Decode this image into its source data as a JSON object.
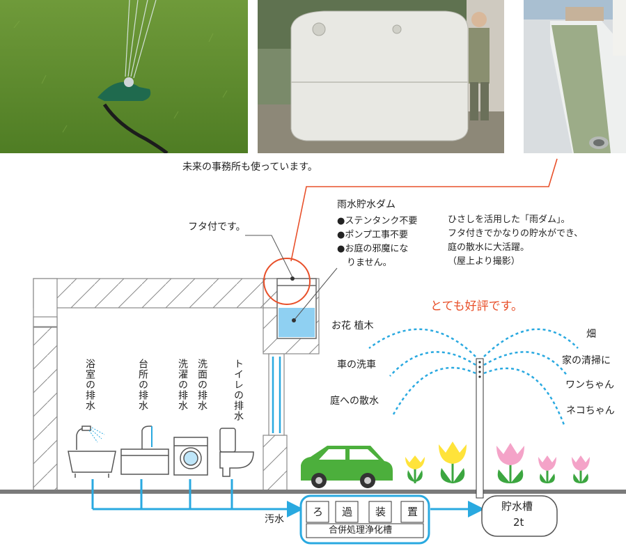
{
  "caption_office": "未来の事務所も使っています。",
  "lid_label": "フタ付です。",
  "dam": {
    "title": "雨水貯水ダム",
    "points": [
      "●ステンタンク不要",
      "●ポンプ工事不要",
      "●お庭の邪魔にな",
      "りません。"
    ]
  },
  "eaves_note": [
    "ひさしを活用した「雨ダム」。",
    "フタ付きでかなりの貯水ができ、",
    "庭の散水に大活躍。",
    "（屋上より撮影）"
  ],
  "popular": "とても好評です。",
  "drains": [
    "浴室の排水",
    "台所の排水",
    "洗濯の排水",
    "洗面の排水",
    "トイレの排水"
  ],
  "uses_left": [
    "お花 植木",
    "車の洗車",
    "庭への散水"
  ],
  "uses_right": [
    "畑",
    "家の清掃に",
    "ワンちゃん",
    "ネコちゃん"
  ],
  "sewage_label": "汚水",
  "filter_chars": [
    "ろ",
    "過",
    "装",
    "置"
  ],
  "septic_tank": "合併処理浄化槽",
  "storage_tank": {
    "name": "貯水槽",
    "capacity": "2t"
  },
  "colors": {
    "accent_red": "#e8502a",
    "pipe_blue": "#29a9e0",
    "water_blue": "#8fd0f2",
    "wall_gray": "#888888",
    "car_green": "#4caf3c",
    "tulip_yellow": "#ffe33a",
    "tulip_pink": "#f4a3c8"
  }
}
